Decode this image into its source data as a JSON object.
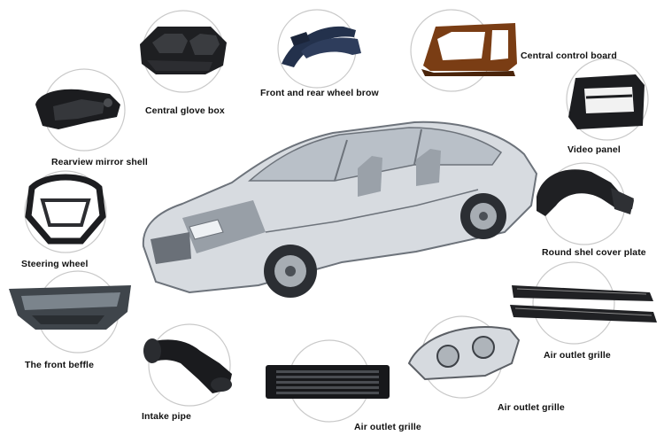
{
  "parts": [
    {
      "id": "central-glove-box",
      "label": "Central glove box"
    },
    {
      "id": "front-rear-wheel-brow",
      "label": "Front and rear wheel brow"
    },
    {
      "id": "central-control-board",
      "label": "Central control board"
    },
    {
      "id": "rearview-mirror-shell",
      "label": "Rearview mirror shell"
    },
    {
      "id": "video-panel",
      "label": "Video panel"
    },
    {
      "id": "steering-wheel",
      "label": "Steering wheel"
    },
    {
      "id": "round-shel-cover-plate",
      "label": "Round shel cover plate"
    },
    {
      "id": "front-beffle",
      "label": "The front beffle"
    },
    {
      "id": "air-outlet-grille-right",
      "label": "Air outlet grille"
    },
    {
      "id": "intake-pipe",
      "label": "Intake pipe"
    },
    {
      "id": "air-outlet-grille-headlamp",
      "label": "Air outlet grille"
    },
    {
      "id": "air-outlet-grille-bottom",
      "label": "Air outlet grille"
    }
  ]
}
